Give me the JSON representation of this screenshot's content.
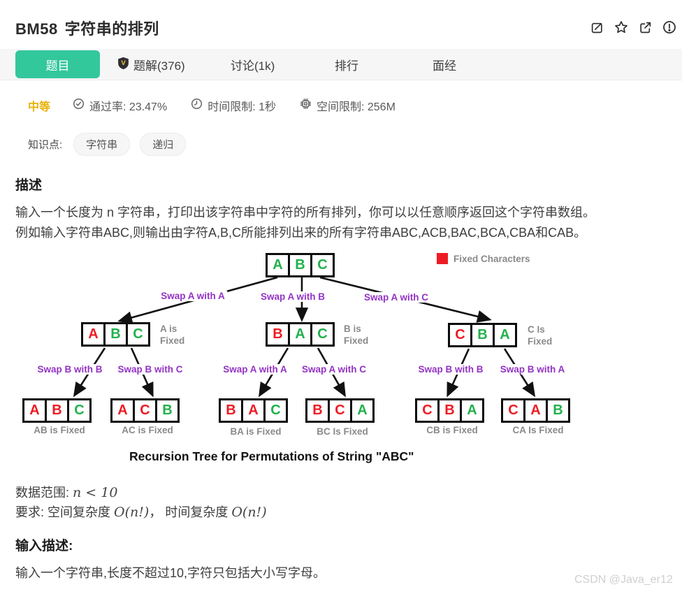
{
  "header": {
    "problem_id": "BM58",
    "title": "字符串的排列"
  },
  "tabs": {
    "active": "题目",
    "items": [
      {
        "label": "题目"
      },
      {
        "label": "题解(376)"
      },
      {
        "label": "讨论(1k)"
      },
      {
        "label": "排行"
      },
      {
        "label": "面经"
      }
    ],
    "active_color": "#33c79c"
  },
  "stats": {
    "difficulty": "中等",
    "difficulty_color": "#e8b206",
    "pass_rate": "通过率: 23.47%",
    "time_limit": "时间限制: 1秒",
    "memory_limit": "空间限制: 256M"
  },
  "knowledge": {
    "label": "知识点:",
    "tags": [
      "字符串",
      "递归"
    ]
  },
  "description": {
    "heading": "描述",
    "line1": "输入一个长度为 n 字符串，打印出该字符串中字符的所有排列，你可以以任意顺序返回这个字符串数组。",
    "line2": "例如输入字符串ABC,则输出由字符A,B,C所能排列出来的所有字符串ABC,ACB,BAC,BCA,CBA和CAB。"
  },
  "diagram": {
    "palette": {
      "fixed": "#ed1c24",
      "free": "#22b14c"
    },
    "legend": {
      "label": "Fixed Characters",
      "color": "#ed1c24"
    },
    "nodes": [
      {
        "letters": [
          "A",
          "B",
          "C"
        ],
        "colors": [
          "free",
          "free",
          "free"
        ]
      },
      {
        "letters": [
          "A",
          "B",
          "C"
        ],
        "colors": [
          "fixed",
          "free",
          "free"
        ]
      },
      {
        "letters": [
          "B",
          "A",
          "C"
        ],
        "colors": [
          "fixed",
          "free",
          "free"
        ]
      },
      {
        "letters": [
          "C",
          "B",
          "A"
        ],
        "colors": [
          "fixed",
          "free",
          "free"
        ]
      },
      {
        "letters": [
          "A",
          "B",
          "C"
        ],
        "colors": [
          "fixed",
          "fixed",
          "free"
        ]
      },
      {
        "letters": [
          "A",
          "C",
          "B"
        ],
        "colors": [
          "fixed",
          "fixed",
          "free"
        ]
      },
      {
        "letters": [
          "B",
          "A",
          "C"
        ],
        "colors": [
          "fixed",
          "fixed",
          "free"
        ]
      },
      {
        "letters": [
          "B",
          "C",
          "A"
        ],
        "colors": [
          "fixed",
          "fixed",
          "free"
        ]
      },
      {
        "letters": [
          "C",
          "B",
          "A"
        ],
        "colors": [
          "fixed",
          "fixed",
          "free"
        ]
      },
      {
        "letters": [
          "C",
          "A",
          "B"
        ],
        "colors": [
          "fixed",
          "fixed",
          "free"
        ]
      }
    ],
    "level2_notes": [
      [
        "A is",
        "Fixed"
      ],
      [
        "B is",
        "Fixed"
      ],
      [
        "C Is",
        "Fixed"
      ]
    ],
    "swap_labels_row1": [
      "Swap A with A",
      "Swap A with B",
      "Swap A with C"
    ],
    "swap_labels_row2": [
      "Swap B with B",
      "Swap B with C",
      "Swap A with A",
      "Swap A with C",
      "Swap B with B",
      "Swap B with A"
    ],
    "leaf_notes": [
      "AB is Fixed",
      "AC is Fixed",
      "BA is Fixed",
      "BC Is Fixed",
      "CB is Fixed",
      "CA Is Fixed"
    ],
    "caption": "Recursion Tree for Permutations of String \"ABC\"",
    "swap_label_color": "#9333c4"
  },
  "constraints": {
    "range_label": "数据范围: ",
    "range_math": "n < 10",
    "req_label": "要求: ",
    "req_part1": "空间复杂度 ",
    "req_math1": "O(n!)",
    "req_part2": "， 时间复杂度 ",
    "req_math2": "O(n!)"
  },
  "input_section": {
    "heading": "输入描述:",
    "text": "输入一个字符串,长度不超过10,字符只包括大小写字母。"
  },
  "watermark": "CSDN @Java_er12"
}
